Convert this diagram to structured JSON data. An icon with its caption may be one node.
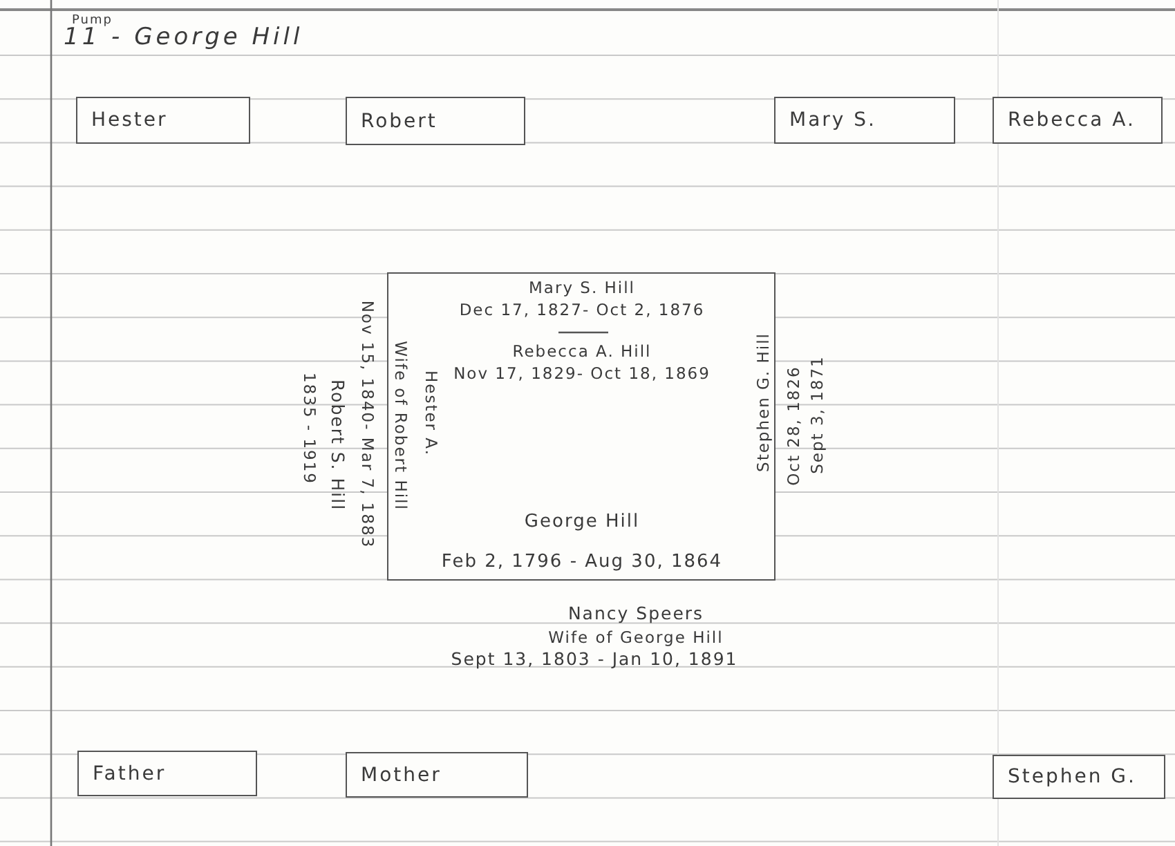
{
  "diagram": {
    "title": "11 - George Hill",
    "nodes": [
      {
        "text": [
          "Hester"
        ]
      },
      {
        "text": [
          "Robert"
        ]
      },
      {
        "text": [
          "Mary S."
        ]
      },
      {
        "text": [
          "Rebecca A."
        ]
      },
      {
        "text": [
          "Mary S. Hill",
          "Dec 17, 1827- Oct 2, 1876",
          "Rebecca A. Hill",
          "Nov 17, 1829- Oct 18, 1869",
          "Hester A.",
          "Wife of Robert Hill",
          "Stephen G. Hill",
          "George Hill",
          "Feb 2, 1796 - Aug 30, 1864"
        ]
      },
      {
        "text": [
          "Father"
        ]
      },
      {
        "text": [
          "Mother"
        ]
      },
      {
        "text": [
          "Stephen G."
        ]
      }
    ],
    "edges": [],
    "labels": [
      "Pump",
      "1835 - 1919",
      "Robert S. Hill",
      "Nov 15, 1840- Mar 7, 1883",
      "Oct 28, 1826",
      "Sept 3, 1871",
      "Nancy Speers",
      "Wife of George Hill",
      "Sept 13, 1803 - Jan 10, 1891"
    ]
  }
}
